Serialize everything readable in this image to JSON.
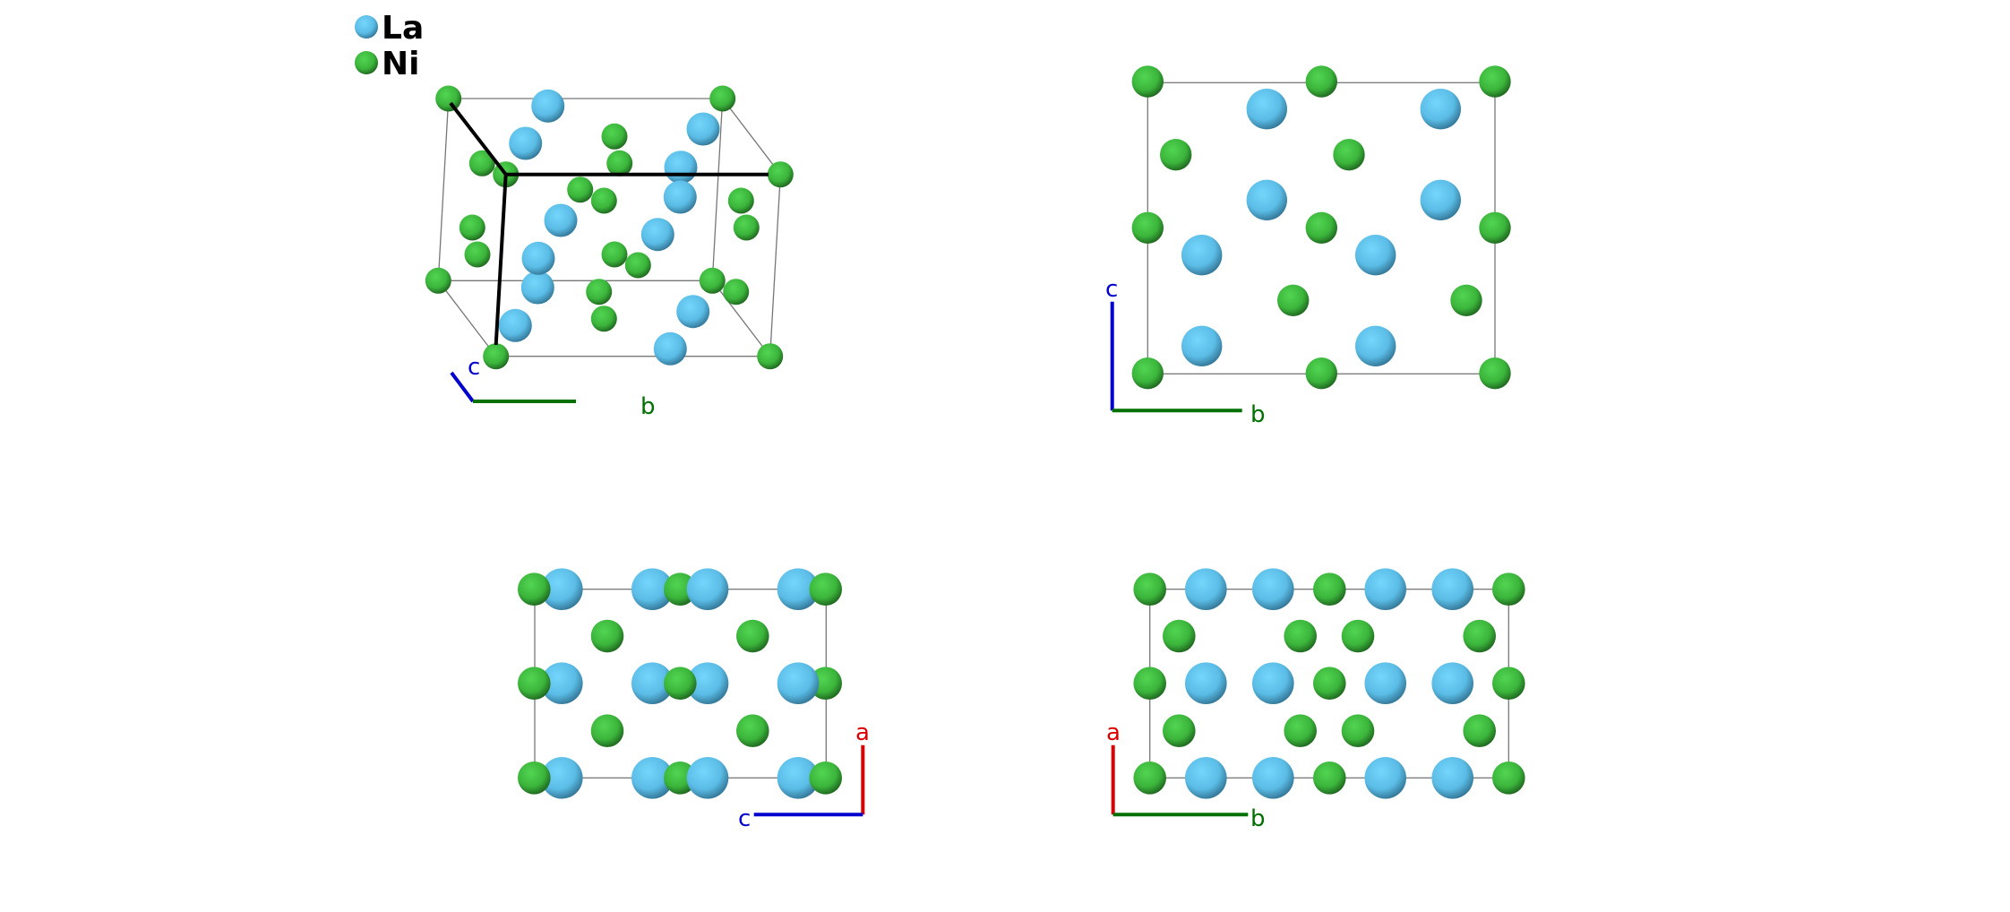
{
  "legend": [
    {
      "label": "La",
      "color": "#5ec4ee"
    },
    {
      "label": "Ni",
      "color": "#3fbf3f"
    }
  ],
  "panels": {
    "perspective": {
      "axis_labels": {
        "first": "c",
        "second": "b"
      }
    },
    "view_a": {
      "axis_labels": {
        "vertical": "c",
        "horizontal": "b"
      }
    },
    "view_b": {
      "axis_labels": {
        "vertical": "a",
        "horizontal": "c"
      }
    },
    "view_c": {
      "axis_labels": {
        "vertical": "a",
        "horizontal": "b"
      }
    }
  },
  "colors": {
    "axis_a": "#dd0000",
    "axis_b": "#007000",
    "axis_c": "#0000cc"
  }
}
